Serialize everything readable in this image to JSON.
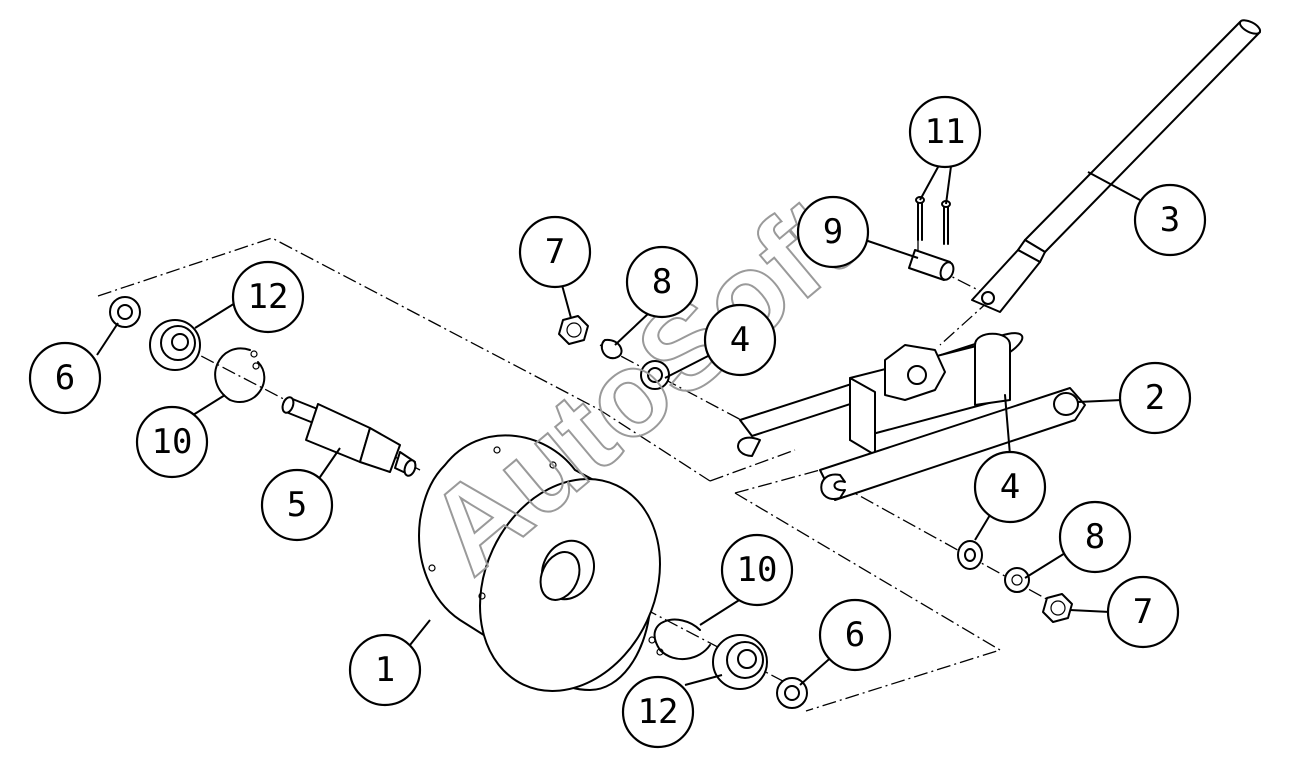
{
  "watermark": "AutoSoft",
  "callouts": {
    "c1": "1",
    "c2": "2",
    "c3": "3",
    "c4a": "4",
    "c4b": "4",
    "c5": "5",
    "c6a": "6",
    "c6b": "6",
    "c7a": "7",
    "c7b": "7",
    "c8a": "8",
    "c8b": "8",
    "c9": "9",
    "c10a": "10",
    "c10b": "10",
    "c11": "11",
    "c12a": "12",
    "c12b": "12"
  }
}
